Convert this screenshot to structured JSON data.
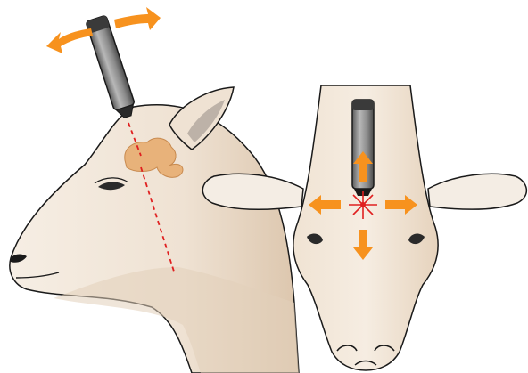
{
  "figure": {
    "panels": [
      {
        "id": "side-view",
        "subject": "sheep-head-profile"
      },
      {
        "id": "front-view",
        "subject": "sheep-head-frontal"
      }
    ],
    "icons": [
      "probe-icon",
      "brain-icon",
      "rotate-arrow-icon",
      "direction-arrow-icon",
      "target-point-icon"
    ],
    "colors": {
      "wool_light": "#f4e9dd",
      "wool_shadow": "#e2cfba",
      "brain": "#e8b27a",
      "arrow": "#f7921e",
      "laser": "#e02020",
      "probe_body": "#8a8a8a",
      "probe_dark": "#3a3a3a",
      "outline": "#1a1a1a"
    }
  }
}
